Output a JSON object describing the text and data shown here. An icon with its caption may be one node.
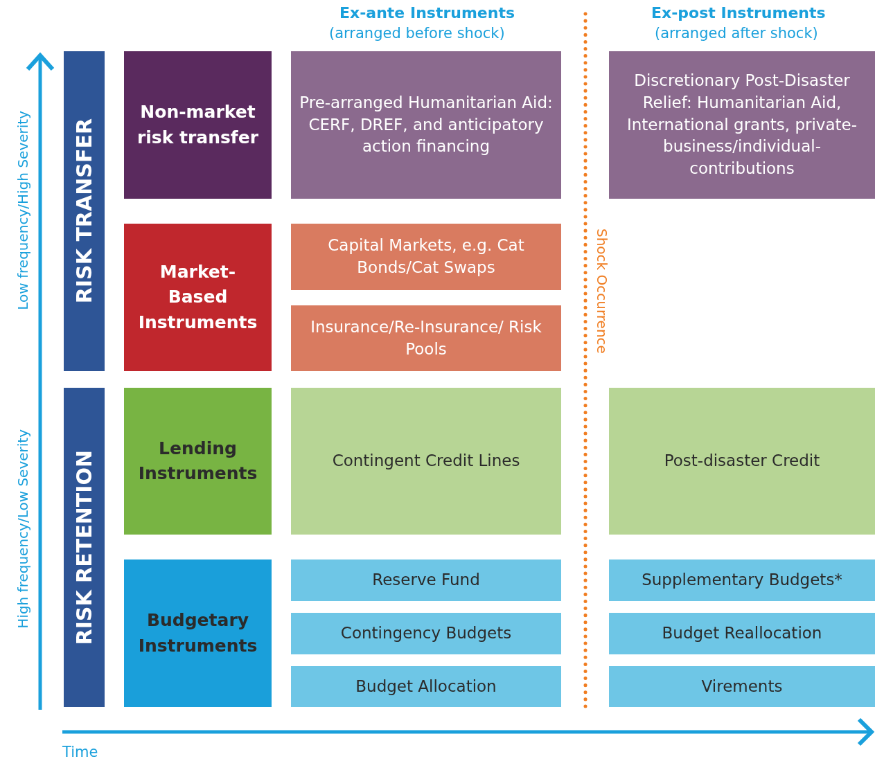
{
  "diagram": {
    "nodes": [
      {
        "text": [
          "RISK TRANSFER"
        ]
      },
      {
        "text": [
          "RISK RETENTION"
        ]
      },
      {
        "text": [
          "Non-market risk transfer"
        ]
      },
      {
        "text": [
          "Market-Based Instruments"
        ]
      },
      {
        "text": [
          "Lending Instruments"
        ]
      },
      {
        "text": [
          "Budgetary Instruments"
        ]
      },
      {
        "text": [
          "Pre-arranged Humanitarian Aid: CERF, DREF, and anticipatory action financing"
        ]
      },
      {
        "text": [
          "Discretionary Post-Disaster Relief: Humanitarian Aid, International grants, private-business/individual-contributions"
        ]
      },
      {
        "text": [
          "Capital Markets, e.g. Cat Bonds/Cat Swaps"
        ]
      },
      {
        "text": [
          "Insurance/Re-Insurance/ Risk Pools"
        ]
      },
      {
        "text": [
          "Contingent Credit Lines"
        ]
      },
      {
        "text": [
          "Post-disaster Credit"
        ]
      },
      {
        "text": [
          "Reserve Fund"
        ]
      },
      {
        "text": [
          "Supplementary Budgets*"
        ]
      },
      {
        "text": [
          "Contingency Budgets"
        ]
      },
      {
        "text": [
          "Budget Reallocation"
        ]
      },
      {
        "text": [
          "Budget Allocation"
        ]
      },
      {
        "text": [
          "Virements"
        ]
      }
    ],
    "edges": [],
    "labels": [
      "Ex-ante Instruments",
      "(arranged before shock)",
      "Ex-post Instruments",
      "(arranged after shock)",
      "Low frequency/High Severity",
      "High frequency/Low Severity",
      "Shock Occurrence",
      "Time"
    ]
  }
}
